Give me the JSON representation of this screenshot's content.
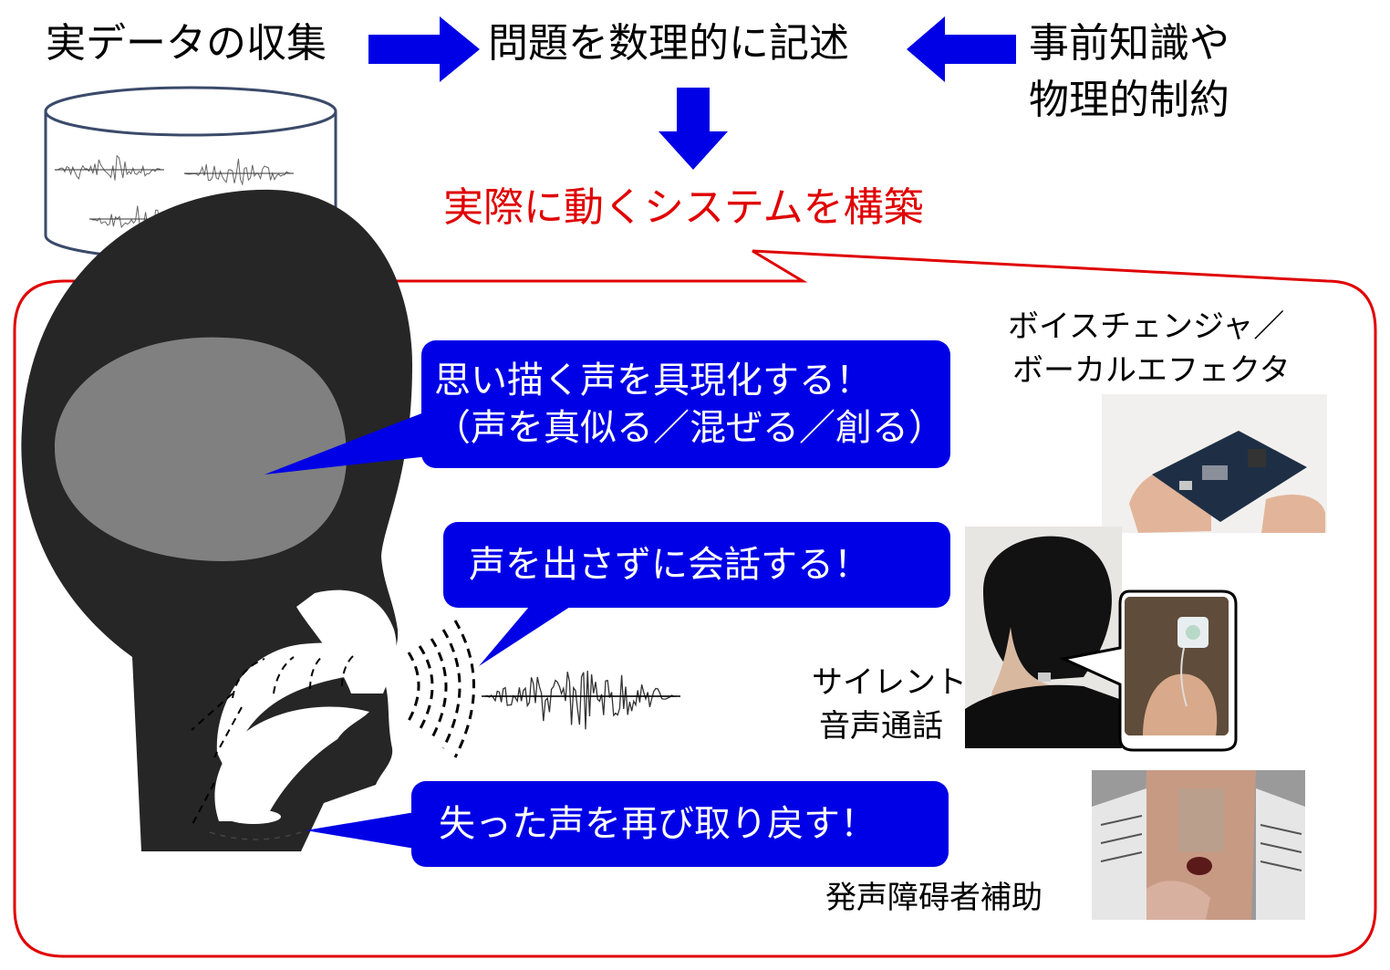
{
  "top": {
    "collect": "実データの収集",
    "formulate": "問題を数理的に記述",
    "prior_line1": "事前知識や",
    "prior_line2": "物理的制約",
    "build": "実際に動くシステムを構築"
  },
  "bubbles": {
    "imagine_line1": "思い描く声を具現化する！",
    "imagine_line2": "（声を真似る／混ぜる／創る）",
    "silent": "声を出さずに会話する！",
    "restore": "失った声を再び取り戻す！"
  },
  "captions": {
    "voice_changer_line1": "ボイスチェンジャ／",
    "voice_changer_line2": "ボーカルエフェクタ",
    "silent_line1": "サイレント",
    "silent_line2": "音声通話",
    "assist": "発声障碍者補助"
  },
  "colors": {
    "arrow_blue": "#0000e6",
    "accent_red": "#e00000",
    "head_dark": "#262626",
    "brain_gray": "#808080"
  }
}
